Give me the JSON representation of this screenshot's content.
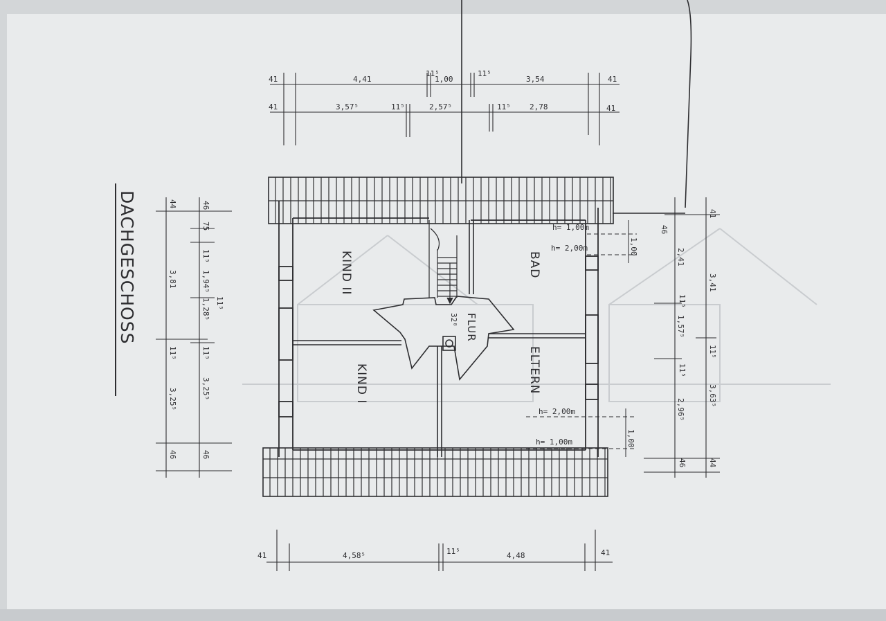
{
  "title": "DACHGESCHOSS",
  "rooms": {
    "kind_ii": "KIND II",
    "kind_i": "KIND I",
    "bad": "BAD",
    "eltern": "ELTERN",
    "flur": "FLUR"
  },
  "heights": {
    "h1_top": "h= 1,00m",
    "h2_top": "h= 2,00m",
    "h2_bottom": "h= 2,00m",
    "h1_bottom": "h= 1,00m"
  },
  "dimensions": {
    "top_row1": [
      "41",
      "4,41",
      "11⁵",
      "1,00",
      "11⁵",
      "3,54",
      "41"
    ],
    "top_row2": [
      "41",
      "3,57⁵",
      "11⁵",
      "2,57⁵",
      "11⁵",
      "2,78",
      "41"
    ],
    "bottom_row": [
      "41",
      "4,58⁵",
      "11⁵",
      "4,48",
      "41"
    ],
    "left_col1": [
      "44",
      "3,81",
      "11⁵",
      "3,25⁵",
      "46"
    ],
    "left_col2": [
      "46",
      "75",
      "11⁵",
      "1,94⁵",
      "1,28⁵",
      "11⁵",
      "11⁵",
      "3,25⁵",
      "46"
    ],
    "right_col1": [
      "46",
      "2,41",
      "11⁵",
      "1,57⁵",
      "11⁵",
      "2,96⁵",
      "46"
    ],
    "right_col2": [
      "41",
      "3,41",
      "11⁵",
      "3,63⁵",
      "44"
    ],
    "vert_top": "1,00",
    "vert_bottom": "1,00",
    "stair_note": "32⁸"
  }
}
